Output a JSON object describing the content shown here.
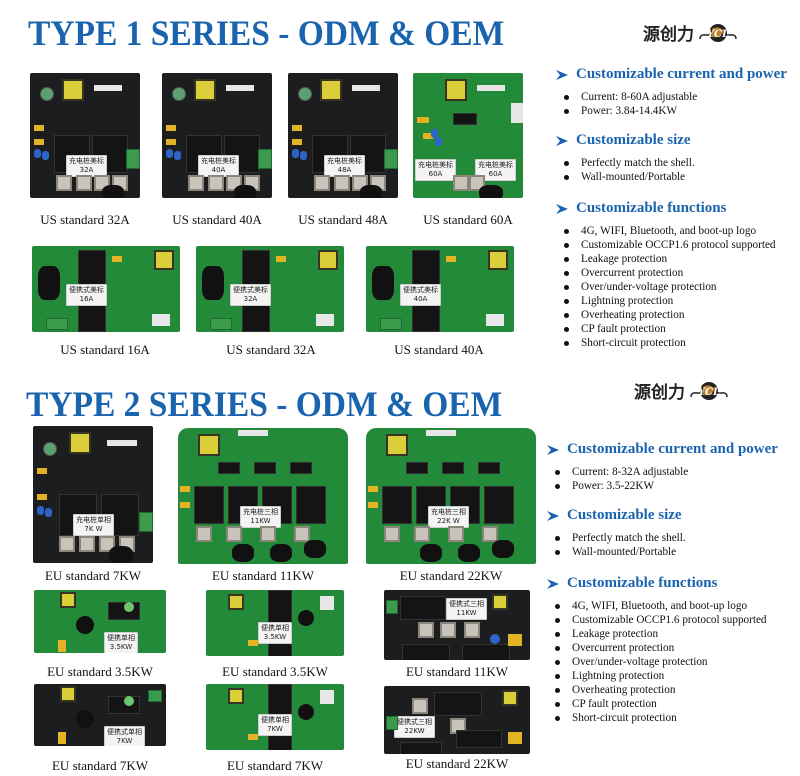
{
  "logo": {
    "text": "源创力",
    "mark": "YCL"
  },
  "type1": {
    "title": "TYPE 1 SERIES - ODM & OEM",
    "products_row1": [
      {
        "caption": "US standard 32A",
        "label_cn": "充电桩美标",
        "label_val": "32A",
        "color": "black"
      },
      {
        "caption": "US standard 40A",
        "label_cn": "充电桩美标",
        "label_val": "40A",
        "color": "black"
      },
      {
        "caption": "US standard 48A",
        "label_cn": "充电桩美标",
        "label_val": "48A",
        "color": "black"
      },
      {
        "caption": "US standard 60A",
        "label_cn": "充电桩美标",
        "label_val": "60A",
        "color": "green"
      }
    ],
    "products_row2": [
      {
        "caption": "US standard 16A",
        "label_cn": "便携式美标",
        "label_val": "16A",
        "color": "green"
      },
      {
        "caption": "US standard 32A",
        "label_cn": "便携式美标",
        "label_val": "32A",
        "color": "green"
      },
      {
        "caption": "US standard 40A",
        "label_cn": "便携式美标",
        "label_val": "40A",
        "color": "green"
      }
    ],
    "features": {
      "current_power": {
        "heading": "Customizable current and power",
        "items": [
          "Current: 8-60A adjustable",
          "Power: 3.84-14.4KW"
        ]
      },
      "size": {
        "heading": "Customizable size",
        "items": [
          "Perfectly match the shell.",
          "Wall-mounted/Portable"
        ]
      },
      "functions": {
        "heading": "Customizable functions",
        "items": [
          "4G, WIFI, Bluetooth, and boot-up logo",
          "Customizable OCCP1.6 protocol supported",
          "Leakage protection",
          "Overcurrent protection",
          "Over/under-voltage protection",
          "Lightning protection",
          "Overheating protection",
          "CP fault protection",
          "Short-circuit protection"
        ]
      }
    }
  },
  "type2": {
    "title": "TYPE 2 SERIES - ODM & OEM",
    "products_row1": [
      {
        "caption": "EU standard 7KW",
        "label_cn": "充电桩单相",
        "label_val": "7K W",
        "color": "black"
      },
      {
        "caption": "EU standard 11KW",
        "label_cn": "充电桩三相",
        "label_val": "11KW",
        "color": "green"
      },
      {
        "caption": "EU standard 22KW",
        "label_cn": "充电桩三相",
        "label_val": "22K W",
        "color": "green"
      }
    ],
    "products_row2": [
      {
        "caption": "EU standard 3.5KW",
        "label_cn": "便携单相",
        "label_val": "3.5KW",
        "color": "green"
      },
      {
        "caption": "EU standard 3.5KW",
        "label_cn": "便携单相",
        "label_val": "3.5KW",
        "color": "green"
      },
      {
        "caption": "EU standard 11KW",
        "label_cn": "便携式三相",
        "label_val": "11KW",
        "color": "black"
      }
    ],
    "products_row3": [
      {
        "caption": "EU standard 7KW",
        "label_cn": "便携式单相",
        "label_val": "7KW",
        "color": "black"
      },
      {
        "caption": "EU standard 7KW",
        "label_cn": "便携单相",
        "label_val": "7KW",
        "color": "green"
      },
      {
        "caption": "EU standard 22KW",
        "label_cn": "便携式三相",
        "label_val": "22KW",
        "color": "black"
      }
    ],
    "features": {
      "current_power": {
        "heading": "Customizable current and power",
        "items": [
          "Current: 8-32A adjustable",
          "Power: 3.5-22KW"
        ]
      },
      "size": {
        "heading": "Customizable size",
        "items": [
          "Perfectly match the shell.",
          "Wall-mounted/Portable"
        ]
      },
      "functions": {
        "heading": "Customizable functions",
        "items": [
          "4G, WIFI, Bluetooth, and boot-up logo",
          "Customizable OCCP1.6 protocol supported",
          "Leakage protection",
          "Overcurrent protection",
          "Over/under-voltage protection",
          "Lightning protection",
          "Overheating protection",
          "CP fault protection",
          "Short-circuit protection"
        ]
      }
    }
  },
  "colors": {
    "title_blue": "#1a63ae",
    "pcb_green": "#238a3a",
    "pcb_black": "#1c1d1f"
  }
}
